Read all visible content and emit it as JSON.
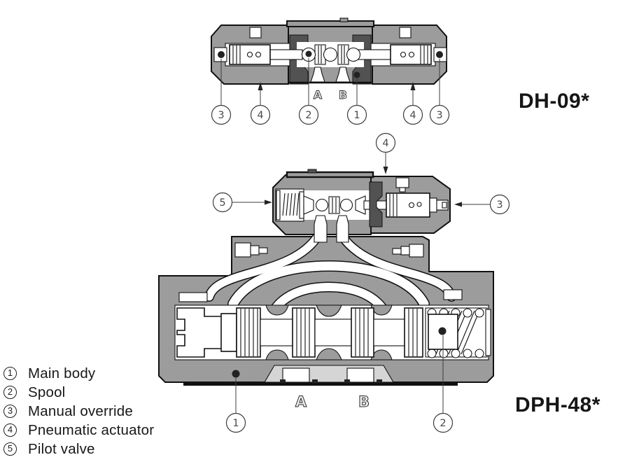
{
  "figure": {
    "top_diagram": {
      "model_label": "DH-09*",
      "port_a": "A",
      "port_b": "B",
      "callouts": [
        "3",
        "4",
        "2",
        "1",
        "4",
        "3"
      ]
    },
    "bottom_diagram": {
      "model_label": "DPH-48*",
      "port_a": "A",
      "port_b": "B",
      "pilot_callouts": [
        "5",
        "4",
        "3"
      ],
      "main_callouts": [
        "1",
        "2"
      ]
    }
  },
  "legend": {
    "items": [
      {
        "num": "1",
        "label": "Main body"
      },
      {
        "num": "2",
        "label": "Spool"
      },
      {
        "num": "3",
        "label": "Manual override"
      },
      {
        "num": "4",
        "label": "Pneumatic actuator"
      },
      {
        "num": "5",
        "label": "Pilot valve"
      }
    ]
  },
  "colors": {
    "body_gray": "#9c9c9c",
    "dark_gray": "#525252",
    "light_gray": "#d5d5d5",
    "outline": "#111111"
  }
}
